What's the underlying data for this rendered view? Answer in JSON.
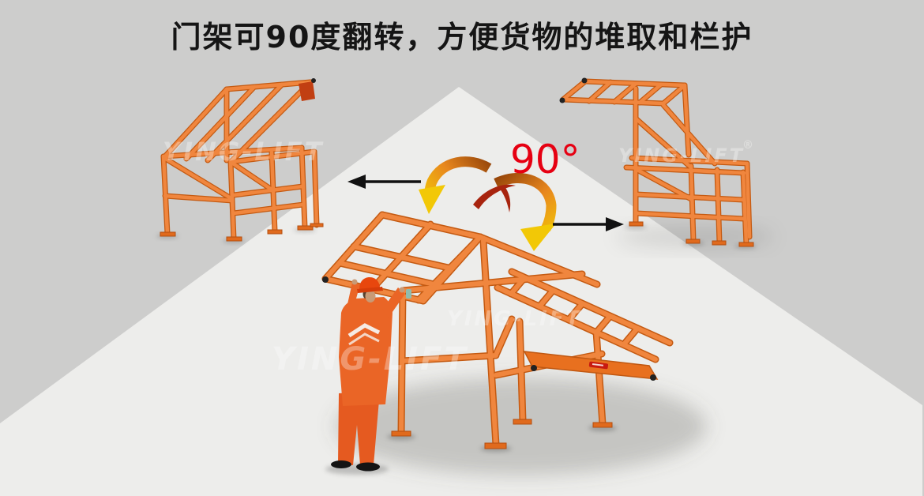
{
  "header": {
    "title": "门架可90度翻转，方便货物的堆取和栏护"
  },
  "annotation": {
    "angle_label": "90°",
    "angle_color": "#e60012",
    "icons": {
      "rotate_left": "curved-rotation-arrow-left",
      "rotate_right": "curved-rotation-arrow-right",
      "direction_left": "arrow-left",
      "direction_right": "arrow-right"
    }
  },
  "watermark": {
    "brand": "YING-LIFT",
    "registered": "®"
  },
  "figures": {
    "left": "pallet-gantry-frame-gate-upright",
    "right": "pallet-gantry-frame-gate-flipped-flat",
    "center": "worker-rotating-gantry-gate"
  },
  "colors": {
    "background": "#cdcdcc",
    "floor_diamond": "#ededeb",
    "frame_orange": "#f0863e",
    "frame_outline": "#c45a12",
    "suit_orange": "#ea6526",
    "helmet_orange": "#e8470e",
    "angle_red": "#e60012",
    "arrow_yellow": "#f2c806",
    "arrow_orange": "#e8871e",
    "arrow_dark_red": "#a8240e",
    "direction_arrow_black": "#111111",
    "deck_logo_red": "#c81a10"
  }
}
